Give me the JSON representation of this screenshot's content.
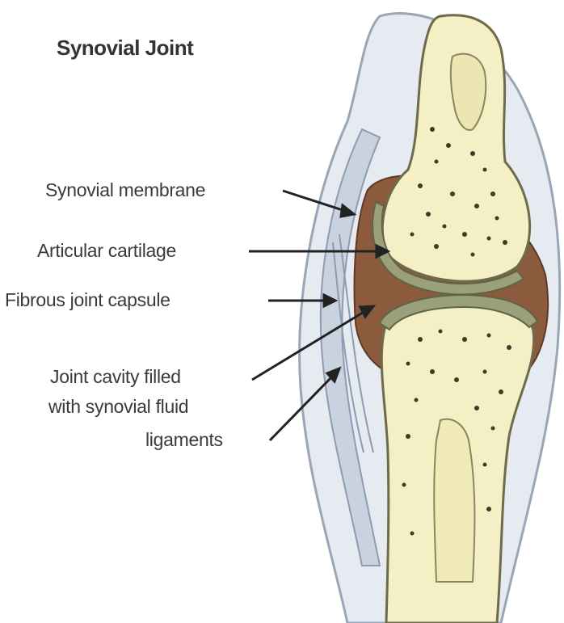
{
  "title": "Synovial Joint",
  "labels": {
    "synovial_membrane": "Synovial membrane",
    "articular_cartilage": "Articular cartilage",
    "fibrous_capsule": "Fibrous joint capsule",
    "joint_cavity_line1": "Joint cavity filled",
    "joint_cavity_line2": "with synovial fluid",
    "ligaments": "ligaments"
  },
  "colors": {
    "bone": "#f4efc4",
    "cartilage": "#9aa07a",
    "cavity": "#8c5a3c",
    "capsule": "#cfd6e2",
    "leader": "#222222"
  }
}
